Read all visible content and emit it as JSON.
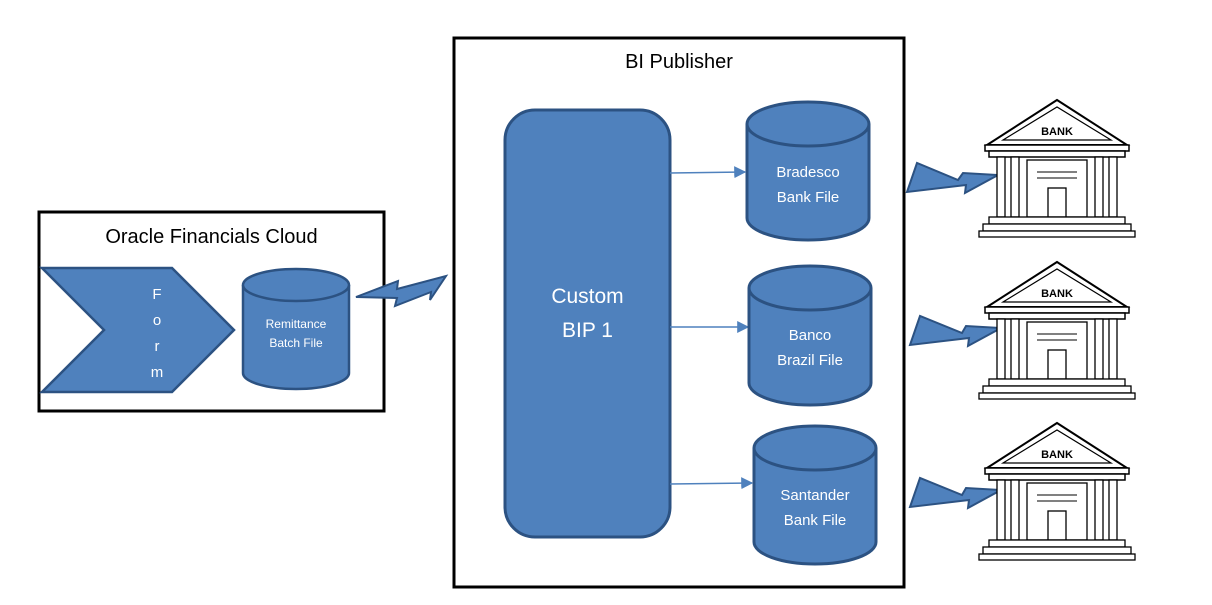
{
  "colors": {
    "fill": "#4f81bd",
    "stroke": "#2c5282",
    "frame": "#000000",
    "bolt_fill": "#4f81bd"
  },
  "oracle": {
    "title": "Oracle Financials Cloud",
    "form_letters": [
      "F",
      "o",
      "r",
      "m"
    ],
    "remittance": {
      "line1": "Remittance",
      "line2": "Batch File"
    }
  },
  "publisher": {
    "title": "BI Publisher",
    "custom": {
      "line1": "Custom",
      "line2": "BIP 1"
    },
    "files": [
      {
        "line1": "Bradesco",
        "line2": "Bank File"
      },
      {
        "line1": "Banco",
        "line2": "Brazil File"
      },
      {
        "line1": "Santander",
        "line2": "Bank File"
      }
    ]
  },
  "banks": [
    {
      "label": "BANK",
      "icon": "bank-building-icon"
    },
    {
      "label": "BANK",
      "icon": "bank-building-icon"
    },
    {
      "label": "BANK",
      "icon": "bank-building-icon"
    }
  ]
}
